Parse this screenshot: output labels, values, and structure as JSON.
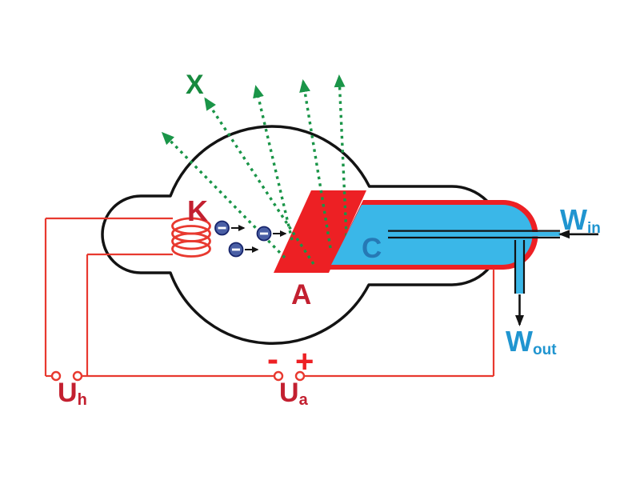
{
  "title": "X-ray tube schematic diagram",
  "colors": {
    "bg": "#ffffff",
    "red": "#ed2024",
    "wire": "#e8392f",
    "crimson": "#c32030",
    "cyan": "#3ab7e8",
    "blue_label": "#2679b5",
    "water_label": "#2095d0",
    "green": "#1a9548",
    "green_label": "#178a3e",
    "black": "#131313",
    "electron": "#4a5fa5"
  },
  "labels": {
    "xrays": "X",
    "cathode": "K",
    "anode": "A",
    "cooling": "C",
    "water_in": {
      "base": "W",
      "sub": "in"
    },
    "water_out": {
      "base": "W",
      "sub": "out"
    },
    "heater_voltage": {
      "base": "U",
      "sub": "h"
    },
    "anode_voltage": {
      "base": "U",
      "sub": "a"
    },
    "polarity_minus": "-",
    "polarity_plus": "+"
  },
  "electrons": {
    "count": 3,
    "symbol": "−"
  },
  "xray_beams": {
    "count": 5,
    "style": "dashed-green-arrows"
  }
}
